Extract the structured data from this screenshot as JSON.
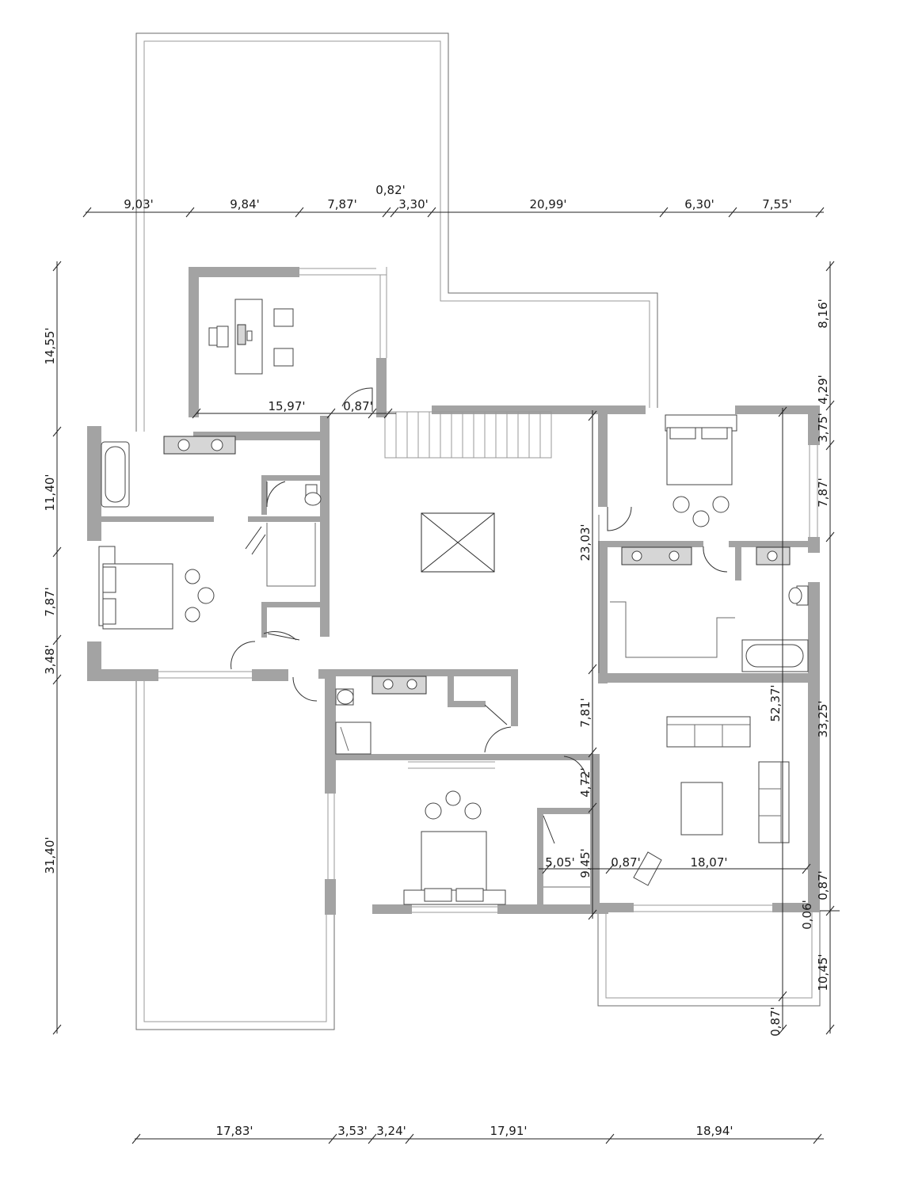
{
  "diagram": {
    "top_dimensions": [
      "9,03'",
      "9,84'",
      "7,87'",
      "0,82'",
      "3,30'",
      "20,99'",
      "6,30'",
      "7,55'"
    ],
    "bottom_dimensions": [
      "17,83'",
      "3,53'",
      "3,24'",
      "17,91'",
      "18,94'"
    ],
    "left_dimensions": [
      "14,55'",
      "11,40'",
      "7,87'",
      "3,48'",
      "31,40'"
    ],
    "right_dimensions": [
      "8,16'",
      "4,29'",
      "3,75'",
      "7,87'",
      "33,25'",
      "0,87'",
      "0,06'",
      "10,45'"
    ],
    "interior_dimensions": {
      "office_width": "15,97'",
      "office_door": "0,87'",
      "hall_depth": "23,03'",
      "overall_depth": "52,37'",
      "hall_lower": "7,81'",
      "hall_gap": "4,72'",
      "closet_width": "5,05'",
      "closet_depth": "9,45'",
      "living_wall": "0,87'",
      "living_width": "18,07'",
      "base_offset": "0,87'"
    }
  }
}
